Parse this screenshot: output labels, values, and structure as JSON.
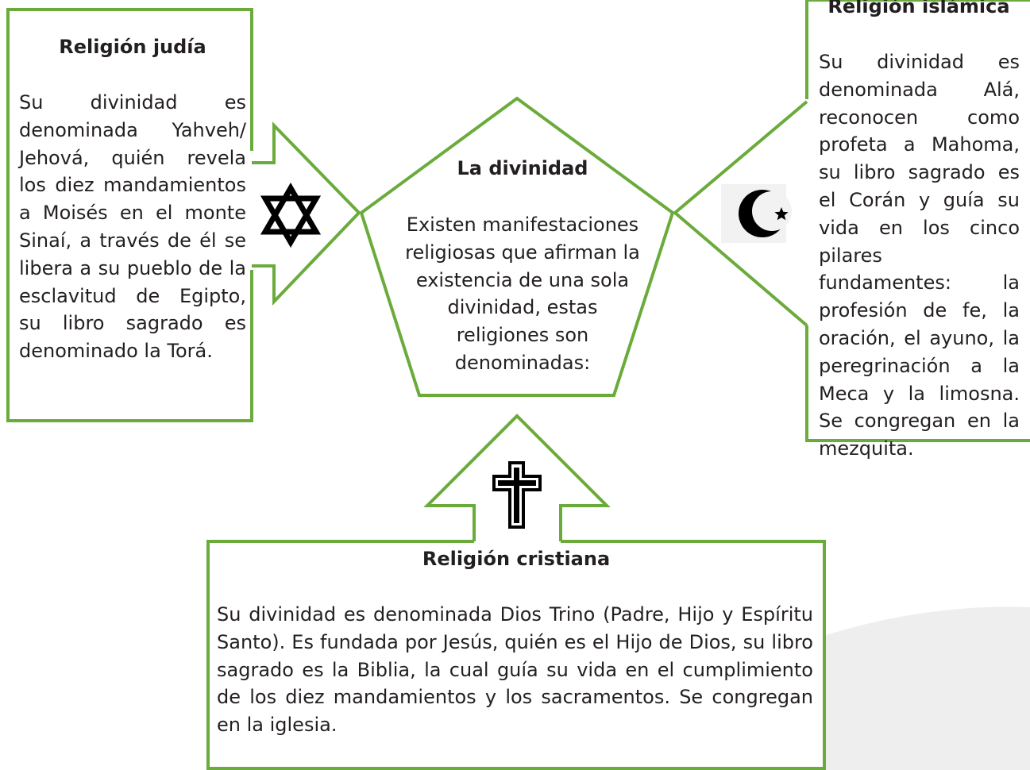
{
  "center": {
    "title": "La divinidad",
    "body": "Existen manifestaciones religiosas que afirman la existencia de una sola divinidad, estas religiones son denominadas:"
  },
  "judaism": {
    "title": "Religión judía",
    "body": "Su divinidad es denominada Yahveh/ Jehová, quién revela los diez mandamientos a Moisés en el monte Sinaí, a través de él se libera a su pueblo de la esclavitud de Egipto, su libro sagrado es denominado la Torá.",
    "icon": "star-of-david-icon"
  },
  "islam": {
    "title": "Religión islámica",
    "body": "Su divinidad es denominada Alá, reconocen como profeta a Mahoma, su libro sagrado es el Corán y guía su vida en los cinco pilares fundamentes: la profesión de fe, la oración, el ayuno, la peregrinación a la Meca y la limosna. Se congregan en la mezquita.",
    "icon": "crescent-star-icon"
  },
  "christianity": {
    "title": "Religión cristiana",
    "body": "Su divinidad es denominada Dios Trino (Padre, Hijo y Espíritu Santo). Es fundada por Jesús, quién es el Hijo de Dios, su libro sagrado es la Biblia, la cual guía su vida en el cumplimiento de los diez mandamientos y los sacramentos. Se congregan en la iglesia.",
    "icon": "cross-icon"
  },
  "colors": {
    "outline": "#6aab3b",
    "text": "#231f20"
  }
}
